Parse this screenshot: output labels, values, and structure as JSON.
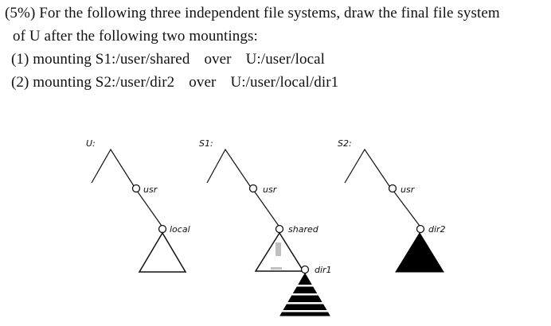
{
  "question": {
    "line1": "(5%) For the following three independent file systems, draw the final file system",
    "line2": "of U after the following two mountings:",
    "item1_prefix": "(1) mounting S1:/user/shared",
    "item1_over": "over",
    "item1_target": "U:/user/local",
    "item2_prefix": "(2) mounting S2:/user/dir2",
    "item2_over": "over",
    "item2_target": "U:/user/local/dir1"
  },
  "trees": {
    "u": {
      "root": "U:",
      "n1": "usr",
      "n2": "local"
    },
    "s1": {
      "root": "S1:",
      "n1": "usr",
      "n2": "shared",
      "n3": "dir1"
    },
    "s2": {
      "root": "S2:",
      "n1": "usr",
      "n2": "dir2"
    }
  }
}
